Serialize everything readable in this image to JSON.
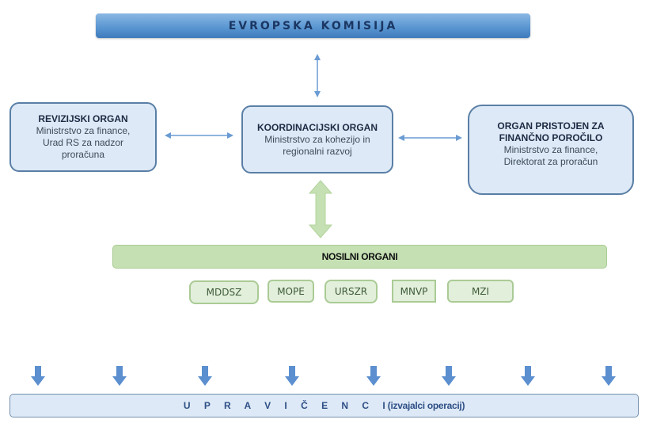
{
  "top": {
    "title": "EVROPSKA KOMISIJA"
  },
  "organs": {
    "audit": {
      "title": "REVIZIJSKI ORGAN",
      "lines": [
        "Ministrstvo za finance,",
        "Urad RS za nadzor",
        "proračuna"
      ]
    },
    "coordination": {
      "title": "KOORDINACIJSKI ORGAN",
      "lines": [
        "Ministrstvo za kohezijo in",
        "regionalni razvoj"
      ]
    },
    "financial": {
      "title_lines": [
        "ORGAN PRISTOJEN ZA",
        "FINANČNO POROČILO"
      ],
      "lines": [
        "Ministrstvo za finance,",
        "Direktorat za proračun"
      ]
    }
  },
  "implementing": {
    "title": "NOSILNI ORGANI",
    "agencies": [
      "MDDSZ",
      "MOPE",
      "URSZR",
      "MNVP",
      "MZI"
    ]
  },
  "beneficiaries": {
    "spaced": "U P R A V I Č E N C I",
    "paren": "(izvajalci operacij)"
  },
  "colors": {
    "blue_arrow": "#5b8fcf",
    "green_arrow": "#c5e0b3",
    "box_fill": "#dde9f6",
    "box_border": "#5a7fa6",
    "green_fill": "#c5e0b3"
  }
}
